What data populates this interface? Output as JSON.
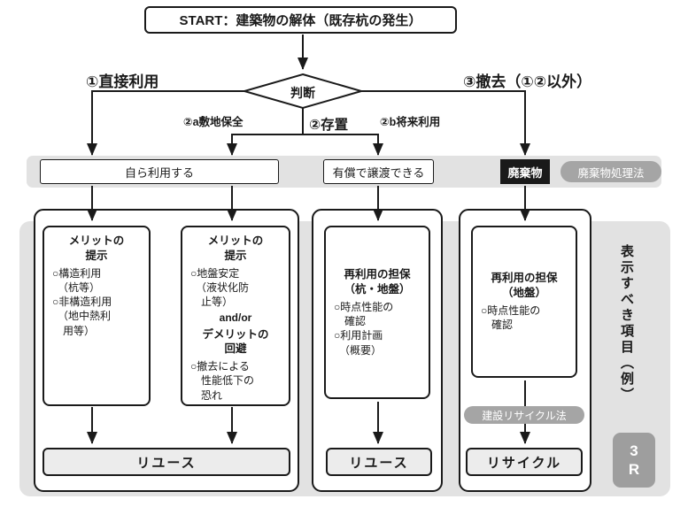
{
  "colors": {
    "line_black": "#1a1a1a",
    "band_gray": "#e2e2e2",
    "pill_gray": "#a5a5a5",
    "badge_gray": "#9e9e9e",
    "result_fill": "#ececec"
  },
  "start": {
    "label": "START：建築物の解体（既存杭の発生）"
  },
  "decision": {
    "label": "判断"
  },
  "branches": {
    "direct_use": "①直接利用",
    "leave_in_place": "②存置",
    "site_preservation": "②a敷地保全",
    "future_use": "②b将来利用",
    "removal": "③撤去（①②以外）"
  },
  "band": {
    "self_use": "自ら利用する",
    "paid_transfer": "有償で譲渡できる",
    "waste": "廃棄物",
    "waste_law": "廃棄物処理法"
  },
  "col1": {
    "heading": "メリットの\n提示",
    "body": "○構造利用\n　（杭等）\n○非構造利用\n　（地中熱利\n　用等）"
  },
  "col2": {
    "heading1": "メリットの\n提示",
    "body1": "○地盤安定\n　（液状化防\n　止等）",
    "connector": "and/or",
    "heading2": "デメリットの\n回避",
    "body2": "○撤去による\n　性能低下の\n　恐れ"
  },
  "col3": {
    "heading": "再利用の担保\n（杭・地盤）",
    "body": "○時点性能の\n　確認\n○利用計画\n　（概要）"
  },
  "col4": {
    "heading": "再利用の担保\n（地盤）",
    "body": "○時点性能の\n　確認"
  },
  "results": {
    "reuse1": "リユース",
    "reuse2": "リユース",
    "recycle": "リサイクル",
    "recycle_law": "建設リサイクル法"
  },
  "side": {
    "display_items": "表示すべき項目（例）",
    "three_r": "3\nR"
  }
}
